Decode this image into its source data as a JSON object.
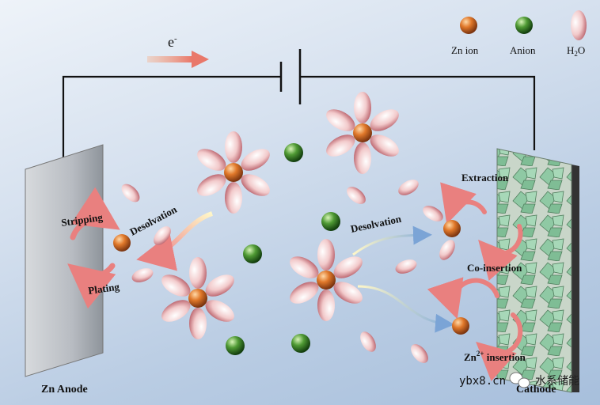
{
  "legend": {
    "zn_ion": "Zn ion",
    "anion": "Anion",
    "h2o_main": "H",
    "h2o_sub": "2",
    "h2o_tail": "O"
  },
  "electron": {
    "base": "e",
    "sup": "-"
  },
  "anode": {
    "title": "Zn Anode",
    "stripping": "Stripping",
    "plating": "Plating",
    "desolvation": "Desolvation"
  },
  "middle": {
    "desolvation": "Desolvation"
  },
  "cathode": {
    "title": "Cathode",
    "extraction": "Extraction",
    "co_insertion": "Co-insertion",
    "zn_insertion_base": "Zn",
    "zn_insertion_sup": "2+",
    "zn_insertion_tail": " insertion"
  },
  "watermark": {
    "site": "ybx8.cn",
    "brand": "水系储能"
  },
  "colors": {
    "zn": "#e0782a",
    "anion": "#3e8a2a",
    "water": "#e8a6aa",
    "wire": "#111111",
    "arrow_red": "#e9807f",
    "arrow_blue": "#8fb0d6",
    "crystal": "#8fc9a4"
  }
}
